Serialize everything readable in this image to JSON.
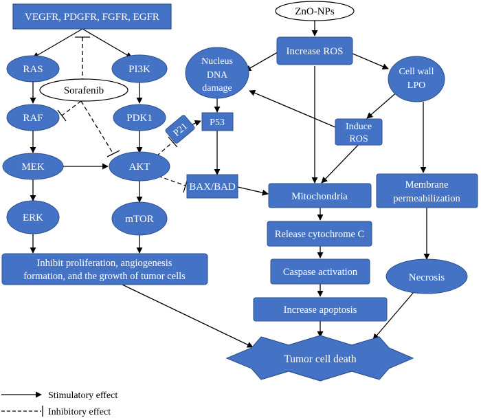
{
  "colors": {
    "node_fill": "#4472c4",
    "node_stroke": "#2f528f",
    "node_text": "#ffffff",
    "edge": "#000000",
    "background": "#ffffff"
  },
  "nodes": {
    "receptors": "VEGFR, PDGFR, FGFR, EGFR",
    "sorafenib": "Sorafenib",
    "ras": "RAS",
    "pi3k": "PI3K",
    "raf": "RAF",
    "pdk1": "PDK1",
    "mek": "MEK",
    "akt": "AKT",
    "erk": "ERK",
    "mtor": "mTOR",
    "p21": "P21",
    "p53": "P53",
    "bax_bad": "BAX/BAD",
    "inhibit_lines": [
      "Inhibit proliferation, angiogenesis",
      "formation, and the growth of tumor cells"
    ],
    "zno": "ZnO-NPs",
    "increase_ros": "Increase ROS",
    "nucleus_lines": [
      "Nucleus",
      "DNA",
      "damage"
    ],
    "cellwall_lines": [
      "Cell wall",
      "LPO"
    ],
    "induce_ros_lines": [
      "Induce",
      "ROS"
    ],
    "mitochondria": "Mitochondria",
    "membrane_lines": [
      "Membrane",
      "permeabilization"
    ],
    "release_cyt": "Release cytochrome C",
    "caspase": "Caspase activation",
    "increase_apoptosis": "Increase apoptosis",
    "necrosis": "Necrosis",
    "tumor_death": "Tumor cell death"
  },
  "legend": {
    "stimulatory": "Stimulatory effect",
    "inhibitory": "Inhibitory effect"
  }
}
